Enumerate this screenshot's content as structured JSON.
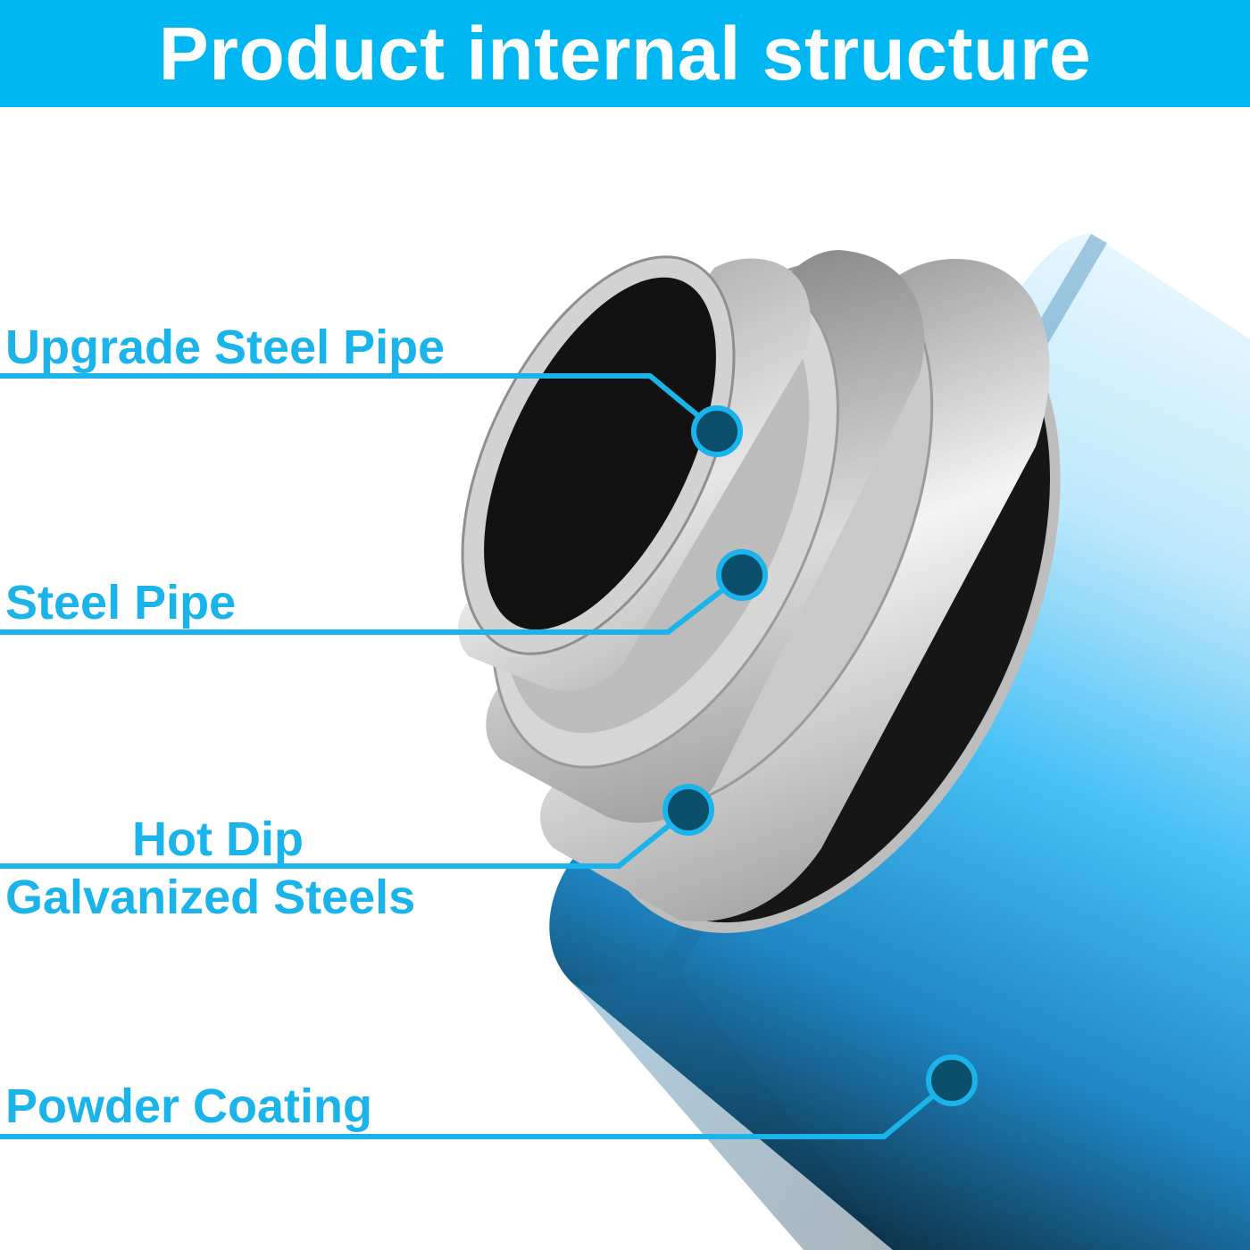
{
  "header": {
    "title": "Product internal structure"
  },
  "callouts": [
    {
      "label_lines": [
        "Upgrade Steel Pipe"
      ]
    },
    {
      "label_lines": [
        "Steel Pipe"
      ]
    },
    {
      "label_lines": [
        "Hot Dip",
        "Galvanized Steels"
      ]
    },
    {
      "label_lines": [
        "Powder Coating"
      ]
    }
  ],
  "colors": {
    "header_bg": "#00b7f1",
    "header_text": "#ffffff",
    "label_text": "#1ab4ea",
    "leader_line": "#1ab4ea",
    "marker_fill": "#0b4f6c",
    "coating_light": "#cfeefc",
    "coating_mid": "#3fb8f5",
    "coating_dark": "#0d2b3d",
    "steel_light": "#e3e3e3",
    "steel_mid": "#bdbdbd",
    "steel_dark": "#7a7a7a",
    "pipe_interior": "#111111"
  }
}
